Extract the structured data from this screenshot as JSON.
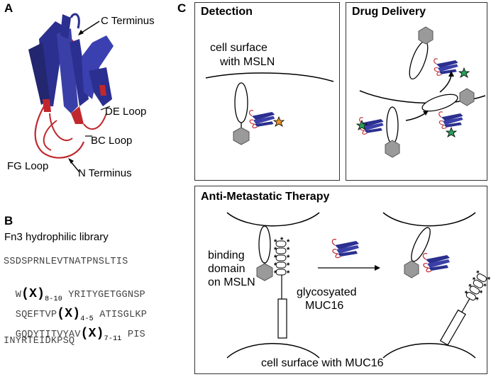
{
  "panel_a": {
    "label": "A",
    "annotations": {
      "c_terminus": "C Terminus",
      "de_loop": "DE Loop",
      "bc_loop": "BC Loop",
      "fg_loop": "FG Loop",
      "n_terminus": "N Terminus"
    }
  },
  "panel_b": {
    "label": "B",
    "title": "Fn3 hydrophilic library",
    "seq": {
      "line1": "SSDSPRNLEVTNATPNSLTIS",
      "line2_a": "W",
      "x1": "(X)",
      "x1_sub": "8-10",
      "line2_b": " YRITYGETGGNSP",
      "line3_a": "SQEFTVP",
      "x2": "(X)",
      "x2_sub": "4-5",
      "line3_b": " ATISGLKP",
      "line4_a": "GQDYTITVYAV",
      "x3": "(X)",
      "x3_sub": "7-11",
      "line4_b": " PIS",
      "line5": "INYRTEIDKPSQ"
    }
  },
  "panel_c": {
    "label": "C",
    "detection": {
      "title": "Detection",
      "cell_label_1": "cell surface",
      "cell_label_2": "with MSLN"
    },
    "drug_delivery": {
      "title": "Drug Delivery"
    },
    "therapy": {
      "title": "Anti-Metastatic Therapy",
      "binding_1": "binding",
      "binding_2": "domain",
      "binding_3": "on MSLN",
      "glyco_1": "glycosyated",
      "glyco_2": "MUC16",
      "cell_muc16": "cell surface with MUC16"
    }
  },
  "colors": {
    "strand": "#2b2f8f",
    "loop": "#c0282d",
    "hexagon": "#9a9a9a",
    "star_orange": "#e8942a",
    "star_green": "#2aa05a"
  }
}
